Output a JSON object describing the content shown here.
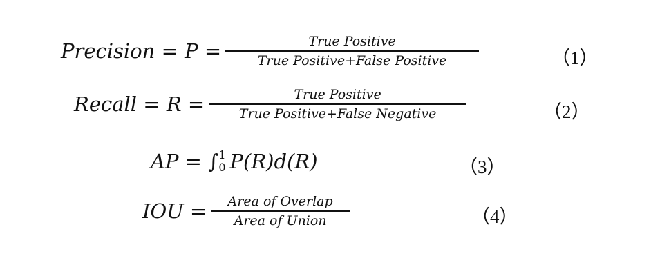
{
  "equations": [
    {
      "lhs": "Precision = P =",
      "numerator": "True Positive",
      "denominator": "True Positive+False Positive",
      "label": "（1）"
    },
    {
      "lhs": "Recall = R =",
      "numerator": "True Positive",
      "denominator": "True Positive+False Negative",
      "label": "（2）"
    },
    {
      "lhs": "AP = ",
      "integral": "∫",
      "upper": "1",
      "lower": "0",
      "rhs": "P(R)d(R)",
      "label": "（3）"
    },
    {
      "lhs": "IOU =",
      "numerator": "Area of Overlap",
      "denominator": "Area of Union",
      "label": "（4）"
    }
  ]
}
